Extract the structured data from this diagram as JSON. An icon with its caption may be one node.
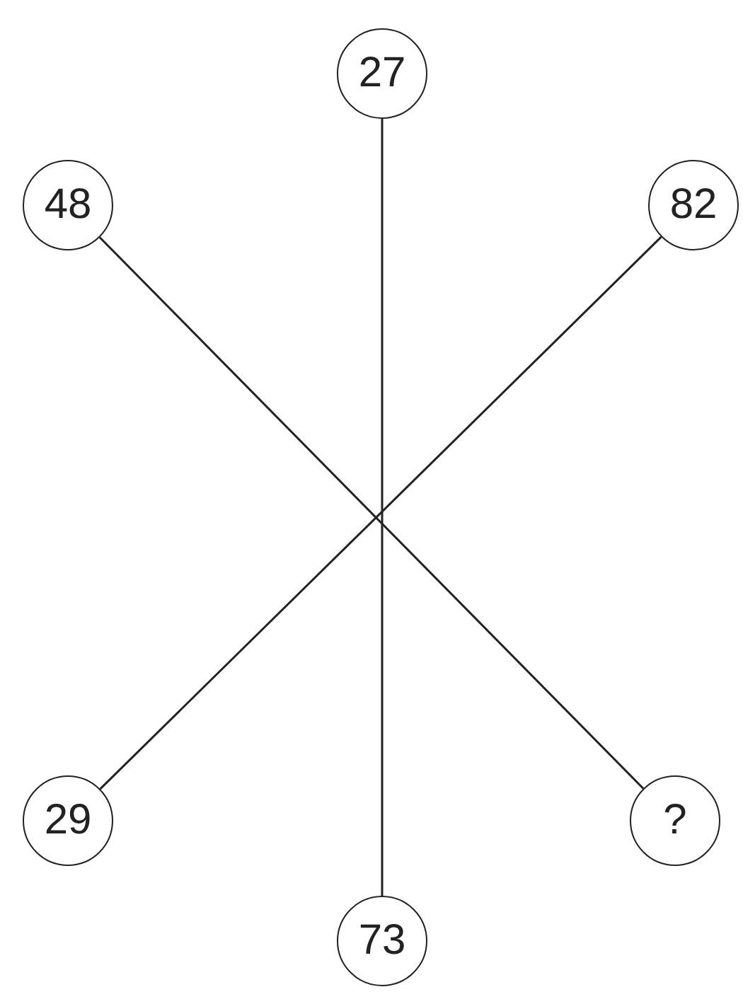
{
  "diagram": {
    "nodes": [
      {
        "text": [
          "27"
        ]
      },
      {
        "text": [
          "48"
        ]
      },
      {
        "text": [
          "82"
        ]
      },
      {
        "text": [
          "29"
        ]
      },
      {
        "text": [
          "?"
        ]
      },
      {
        "text": [
          "73"
        ]
      }
    ],
    "edges": [
      {
        "from": 1,
        "to": 4,
        "arrow": "none"
      },
      {
        "from": 0,
        "to": 5,
        "arrow": "none"
      },
      {
        "from": 2,
        "to": 3,
        "arrow": "none"
      }
    ]
  }
}
